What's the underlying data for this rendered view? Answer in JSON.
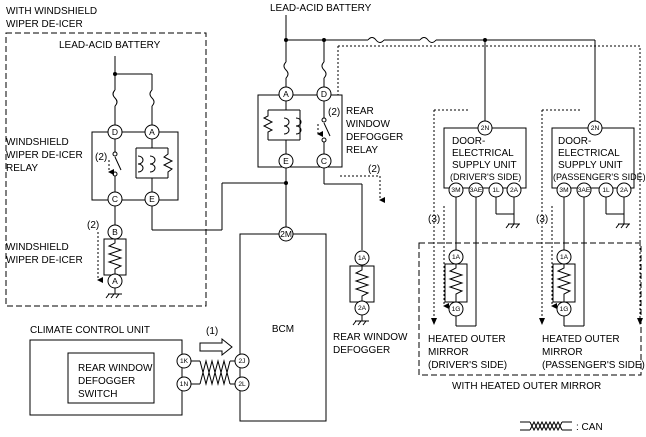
{
  "labels": {
    "with_windshield_1": "WITH WINDSHIELD",
    "with_windshield_2": "WIPER DE-ICER",
    "battery_top": "LEAD-ACID BATTERY",
    "battery_left": "LEAD-ACID BATTERY",
    "wsd_relay_1": "WINDSHIELD",
    "wsd_relay_2": "WIPER DE-ICER",
    "wsd_relay_3": "RELAY",
    "wsd_deicer_1": "WINDSHIELD",
    "wsd_deicer_2": "WIPER DE-ICER",
    "rear_relay_1": "REAR",
    "rear_relay_2": "WINDOW",
    "rear_relay_3": "DEFOGGER",
    "rear_relay_4": "RELAY",
    "deu_driver_1": "DOOR-",
    "deu_driver_2": "ELECTRICAL",
    "deu_driver_3": "SUPPLY UNIT",
    "deu_driver_4": "(DRIVER'S SIDE)",
    "deu_pass_1": "DOOR-",
    "deu_pass_2": "ELECTRICAL",
    "deu_pass_3": "SUPPLY UNIT",
    "deu_pass_4": "(PASSENGER'S SIDE)",
    "bcm": "BCM",
    "climate": "CLIMATE CONTROL UNIT",
    "switch_1": "REAR WINDOW",
    "switch_2": "DEFOGGER",
    "switch_3": "SWITCH",
    "rear_defogger_1": "REAR WINDOW",
    "rear_defogger_2": "DEFOGGER",
    "mirror_driver_1": "HEATED OUTER",
    "mirror_driver_2": "MIRROR",
    "mirror_driver_3": "(DRIVER'S SIDE)",
    "mirror_pass_1": "HEATED OUTER",
    "mirror_pass_2": "MIRROR",
    "mirror_pass_3": "(PASSENGER'S SIDE)",
    "with_mirror": "WITH HEATED OUTER MIRROR",
    "legend_can": ": CAN"
  },
  "steps": {
    "s1": "(1)",
    "s2a": "(2)",
    "s2b": "(2)",
    "s2c": "(2)",
    "s2d": "(2)",
    "s3a": "(3)",
    "s3b": "(3)"
  },
  "pins": {
    "wsd_D": "D",
    "wsd_A": "A",
    "wsd_C": "C",
    "wsd_E": "E",
    "wsd_B": "B",
    "wsd_A2": "A",
    "rr_A": "A",
    "rr_D": "D",
    "rr_E": "E",
    "rr_C": "C",
    "bcm_2M": "2M",
    "bcm_2J": "2J",
    "bcm_2L": "2L",
    "cc_1K": "1K",
    "cc_1N": "1N",
    "rd_1A": "1A",
    "rd_2A": "2A",
    "dd_2N": "2N",
    "dd_3M": "3M",
    "dd_3AE": "3AE",
    "dd_1L": "1L",
    "dd_2A": "2A",
    "dp_2N": "2N",
    "dp_3M": "3M",
    "dp_3AE": "3AE",
    "dp_1L": "1L",
    "dp_2A": "2A",
    "md_1A": "1A",
    "md_1G": "1G",
    "mp_1A": "1A",
    "mp_1G": "1G"
  }
}
